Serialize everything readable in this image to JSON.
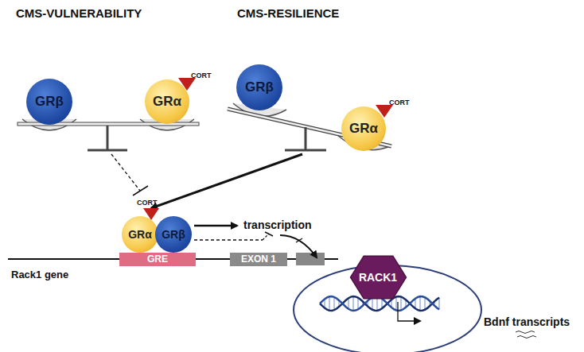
{
  "diagram": {
    "nodes": [
      {
        "text": [
          "GRβ"
        ]
      },
      {
        "text": [
          "GRα"
        ]
      },
      {
        "text": [
          "GRβ"
        ]
      },
      {
        "text": [
          "GRα"
        ]
      },
      {
        "text": [
          "GRα"
        ]
      },
      {
        "text": [
          "GRβ"
        ]
      },
      {
        "text": [
          "GRE"
        ]
      },
      {
        "text": [
          "EXON 1"
        ]
      },
      {
        "text": [
          "RACK1"
        ]
      }
    ],
    "labels": [
      "CMS-VULNERABILITY",
      "CMS-RESILIENCE",
      "CORT",
      "CORT",
      "CORT",
      "Rack1 gene",
      "transcription",
      "Bdnf transcripts"
    ]
  }
}
